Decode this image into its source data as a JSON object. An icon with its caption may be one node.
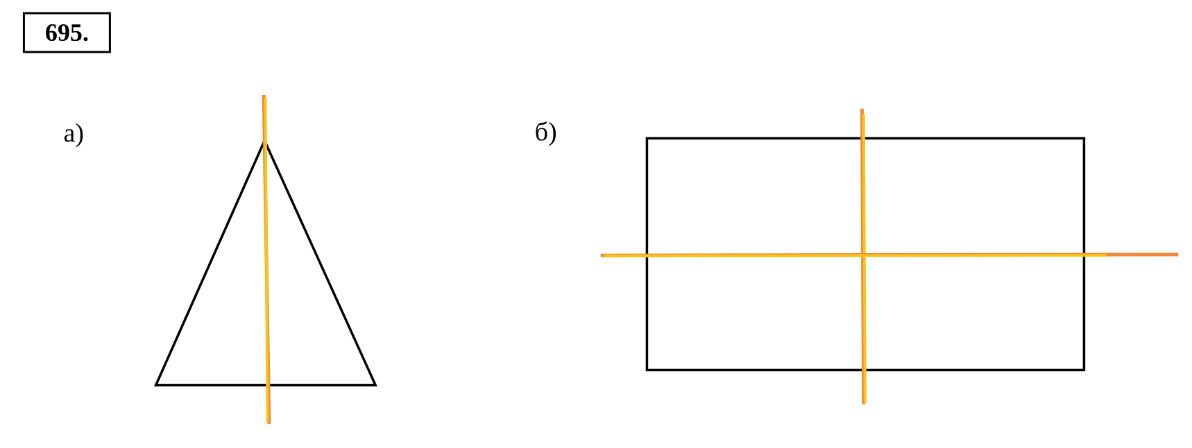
{
  "diagram": {
    "title": "695.",
    "labels": [
      "а)",
      "б)"
    ]
  }
}
